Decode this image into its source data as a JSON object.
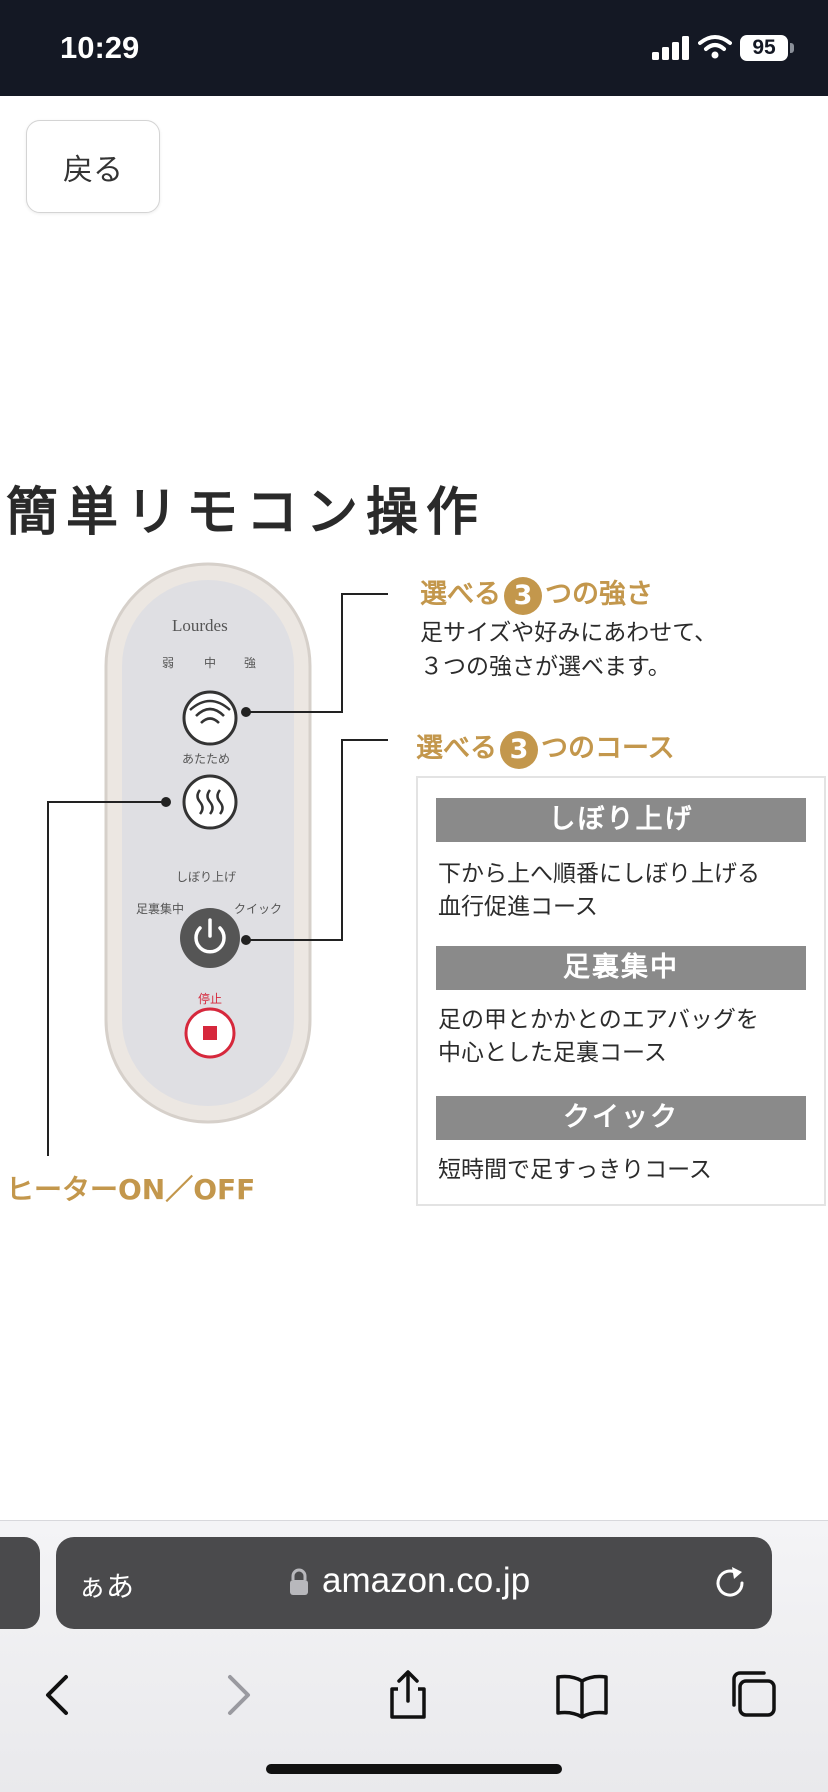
{
  "status_bar": {
    "time": "10:29",
    "battery": "95"
  },
  "nav": {
    "back_label": "戻る"
  },
  "product_image": {
    "heading": "簡単リモコン操作",
    "remote": {
      "brand": "Lourdes",
      "intensity_labels": [
        "弱",
        "中",
        "強"
      ],
      "heater_button_label": "あたため",
      "course_top_label": "しぼり上げ",
      "course_left_label": "足裏集中",
      "course_right_label": "クイック",
      "stop_label": "停止"
    },
    "strength_callout": {
      "title_before": "選べる",
      "number": "3",
      "title_after": "つの強さ",
      "desc_lines": [
        "足サイズや好みにあわせて、",
        "３つの強さが選べます。"
      ]
    },
    "course_callout": {
      "title_before": "選べる",
      "number": "3",
      "title_after": "つのコース"
    },
    "courses": [
      {
        "name": "しぼり上げ",
        "desc_lines": [
          "下から上へ順番にしぼり上げる",
          "血行促進コース"
        ]
      },
      {
        "name": "足裏集中",
        "desc_lines": [
          "足の甲とかかとのエアバッグを",
          "中心とした足裏コース"
        ]
      },
      {
        "name": "クイック",
        "desc_lines": [
          "短時間で足すっきりコース"
        ]
      }
    ],
    "heater_callout": "ヒーターON／OFF"
  },
  "browser": {
    "aa_label": "ぁあ",
    "url": "amazon.co.jp"
  },
  "colors": {
    "status_bar_bg": "#141824",
    "accent_gold": "#c3974c",
    "course_bar_gray": "#8a8a8a",
    "stop_red": "#d6283c",
    "address_bar_bg": "#4a4a4c"
  }
}
